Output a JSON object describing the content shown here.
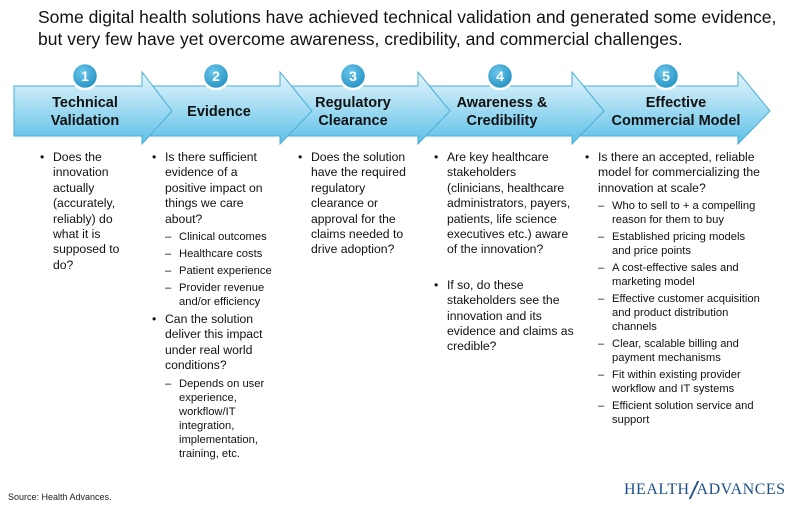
{
  "headline": "Some digital health solutions have achieved technical validation and generated some evidence, but very few have yet overcome awareness, credibility, and commercial challenges.",
  "colors": {
    "arrow_top": "#dff3fb",
    "arrow_bottom": "#6cc8ec",
    "arrow_stroke": "#4aaed6",
    "badge": "#2e9fcf"
  },
  "steps": [
    {
      "num": "1",
      "title": [
        "Technical",
        "Validation"
      ],
      "bullets": [
        {
          "text": "Does the innovation actually (accurately, reliably) do what it is supposed to do?",
          "subs": []
        }
      ]
    },
    {
      "num": "2",
      "title": [
        "Evidence"
      ],
      "bullets": [
        {
          "text": "Is there sufficient evidence of a positive impact on things we care about?",
          "subs": [
            "Clinical outcomes",
            "Healthcare costs",
            "Patient experience",
            "Provider revenue and/or efficiency"
          ]
        },
        {
          "text": "Can the solution deliver this impact under real world conditions?",
          "subs": [
            "Depends on user experience, workflow/IT integration, implementation, training, etc."
          ]
        }
      ]
    },
    {
      "num": "3",
      "title": [
        "Regulatory",
        "Clearance"
      ],
      "bullets": [
        {
          "text": "Does the solution have the required regulatory clearance or approval for the claims needed to drive adoption?",
          "subs": []
        }
      ]
    },
    {
      "num": "4",
      "title": [
        "Awareness &",
        "Credibility"
      ],
      "bullets": [
        {
          "text": "Are key healthcare stakeholders (clinicians, healthcare administrators, payers, patients, life science executives etc.) aware of the innovation?",
          "subs": []
        },
        {
          "text": "If so, do these stakeholders see the innovation and its evidence and claims as credible?",
          "subs": []
        }
      ]
    },
    {
      "num": "5",
      "title": [
        "Effective",
        "Commercial Model"
      ],
      "bullets": [
        {
          "text": "Is there an accepted, reliable model for commercializing the innovation at scale?",
          "subs": [
            "Who to sell to + a compelling reason for them to buy",
            "Established pricing models and price points",
            "A cost-effective sales and marketing model",
            "Effective customer acquisition and product distribution channels",
            "Clear, scalable billing and payment mechanisms",
            "Fit within existing provider workflow and IT systems",
            "Efficient solution service and support"
          ]
        }
      ]
    }
  ],
  "source": "Source:  Health Advances.",
  "logo": {
    "left": "HEALTH",
    "right": "ADVANCES"
  }
}
